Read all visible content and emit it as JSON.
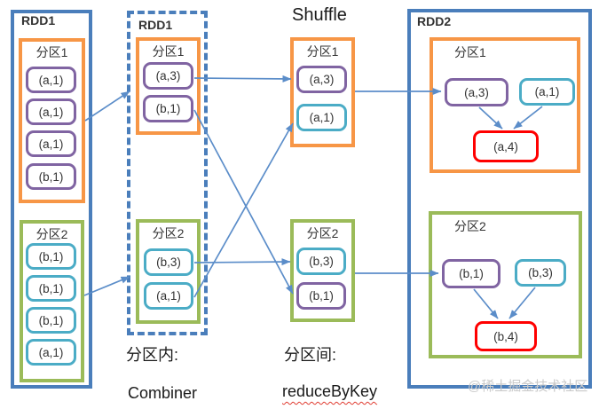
{
  "colors": {
    "blue": "#4A7EBB",
    "orange": "#F79646",
    "purple": "#8064A2",
    "teal": "#4BACC6",
    "green": "#9BBB59",
    "red": "#FF0000",
    "arrow": "#5B8DC9",
    "text": "#333333",
    "title": "#1A1A1A",
    "squiggle": "#E03C31",
    "watermark": "#C9C9C9"
  },
  "rdd1": {
    "title": "RDD1",
    "p1": {
      "label": "分区1",
      "items": [
        "(a,1)",
        "(a,1)",
        "(a,1)",
        "(b,1)"
      ]
    },
    "p2": {
      "label": "分区2",
      "items": [
        "(b,1)",
        "(b,1)",
        "(b,1)",
        "(a,1)"
      ]
    }
  },
  "combiner": {
    "title": "RDD1",
    "p1": {
      "label": "分区1",
      "items": [
        "(a,3)",
        "(b,1)"
      ]
    },
    "p2": {
      "label": "分区2",
      "items": [
        "(b,3)",
        "(a,1)"
      ]
    },
    "caption_cn": "分区内:",
    "caption_en": "Combiner"
  },
  "shuffle": {
    "title": "Shuffle",
    "p1": {
      "label": "分区1",
      "items": [
        "(a,3)",
        "(a,1)"
      ]
    },
    "p2": {
      "label": "分区2",
      "items": [
        "(b,3)",
        "(b,1)"
      ]
    },
    "caption_cn": "分区间:",
    "caption_en": "reduceByKey"
  },
  "rdd2": {
    "title": "RDD2",
    "p1": {
      "label": "分区1",
      "inputs": [
        "(a,3)",
        "(a,1)"
      ],
      "result": "(a,4)"
    },
    "p2": {
      "label": "分区2",
      "inputs": [
        "(b,1)",
        "(b,3)"
      ],
      "result": "(b,4)"
    }
  },
  "watermark": "@稀土掘金技术社区",
  "arrows": [
    [
      96,
      136,
      146,
      103
    ],
    [
      95,
      333,
      146,
      312
    ],
    [
      219,
      88,
      328,
      89
    ],
    [
      219,
      124,
      330,
      331
    ],
    [
      219,
      296,
      327,
      295
    ],
    [
      219,
      335,
      330,
      139
    ],
    [
      400,
      103,
      497,
      103
    ],
    [
      400,
      308,
      494,
      308
    ],
    [
      540,
      121,
      566,
      145
    ],
    [
      611,
      120,
      579,
      145
    ],
    [
      534,
      326,
      561,
      359
    ],
    [
      603,
      324,
      574,
      359
    ]
  ]
}
